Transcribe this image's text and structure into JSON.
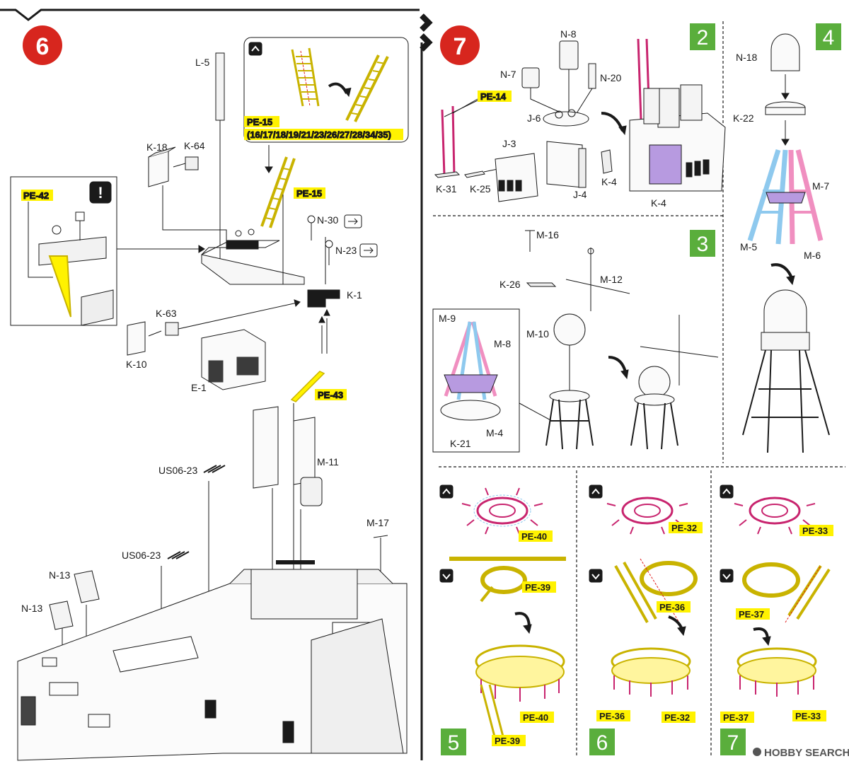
{
  "steps": {
    "step6": "6",
    "step7": "7",
    "sub2": "2",
    "sub3": "3",
    "sub4": "4",
    "sub5": "5",
    "sub6": "6",
    "sub7": "7"
  },
  "labels6": {
    "l5": "L-5",
    "pe15_top": "PE-15",
    "pe15_list": "(16/17/18/19/21/23/26/27/28/34/35)",
    "pe15": "PE-15",
    "k18": "K-18",
    "k64": "K-64",
    "pe42": "PE-42",
    "n30": "N-30",
    "n23": "N-23",
    "k1": "K-1",
    "k63": "K-63",
    "k10": "K-10",
    "e1": "E-1",
    "pe43": "PE-43",
    "m11": "M-11",
    "us0623a": "US06-23",
    "us0623b": "US06-23",
    "m17": "M-17",
    "n13a": "N-13",
    "n13b": "N-13"
  },
  "labels7": {
    "n8": "N-8",
    "n7": "N-7",
    "n20": "N-20",
    "pe14": "PE-14",
    "j6": "J-6",
    "j3": "J-3",
    "k31": "K-31",
    "k25": "K-25",
    "j4": "J-4",
    "k4a": "K-4",
    "k4b": "K-4",
    "n18": "N-18",
    "k22": "K-22",
    "m7": "M-7",
    "m5": "M-5",
    "m6": "M-6",
    "m16": "M-16",
    "k26": "K-26",
    "m12": "M-12",
    "m9": "M-9",
    "m8": "M-8",
    "m10": "M-10",
    "m4": "M-4",
    "k21": "K-21",
    "pe40a": "PE-40",
    "pe39a": "PE-39",
    "pe40b": "PE-40",
    "pe39b": "PE-39",
    "pe32a": "PE-32",
    "pe36a": "PE-36",
    "pe36b": "PE-36",
    "pe32b": "PE-32",
    "pe33a": "PE-33",
    "pe37a": "PE-37",
    "pe37b": "PE-37",
    "pe33b": "PE-33"
  },
  "watermark": "HOBBY SEARCH",
  "colors": {
    "step_red": "#d7261e",
    "sub_green": "#5aae3c",
    "pe_yellow": "#fff200",
    "part_magenta": "#c8246e",
    "part_pink": "#f08fc0",
    "part_blue": "#8ec9ee",
    "part_purple": "#b79ae0"
  }
}
